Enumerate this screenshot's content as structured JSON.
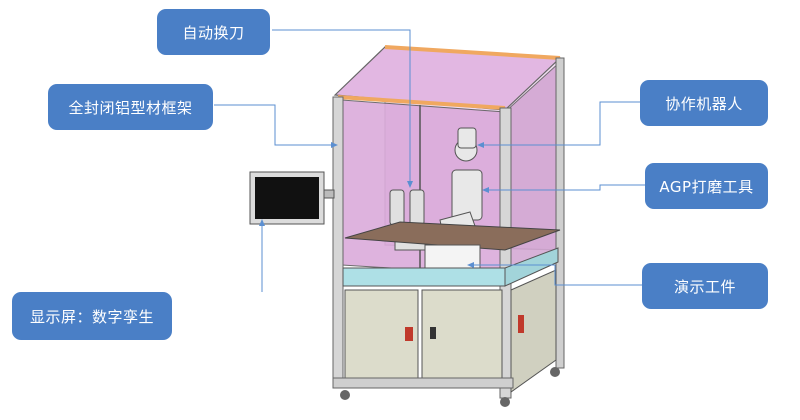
{
  "labels": {
    "auto_tool_change": "自动换刀",
    "aluminum_frame": "全封闭铝型材框架",
    "collab_robot": "协作机器人",
    "agp_tool": "AGP打磨工具",
    "demo_workpiece": "演示工件",
    "display_screen": "显示屏：数字孪生"
  },
  "colors": {
    "callout_bg": "#4a7fc6",
    "callout_text": "#ffffff",
    "leader_line": "#5b8fd1",
    "enclosure_glass": "#d9a6d9",
    "cabinet_panel": "#dcdccb",
    "cabinet_trim": "#aee0e6",
    "frame_top_orange": "#f0b070"
  }
}
